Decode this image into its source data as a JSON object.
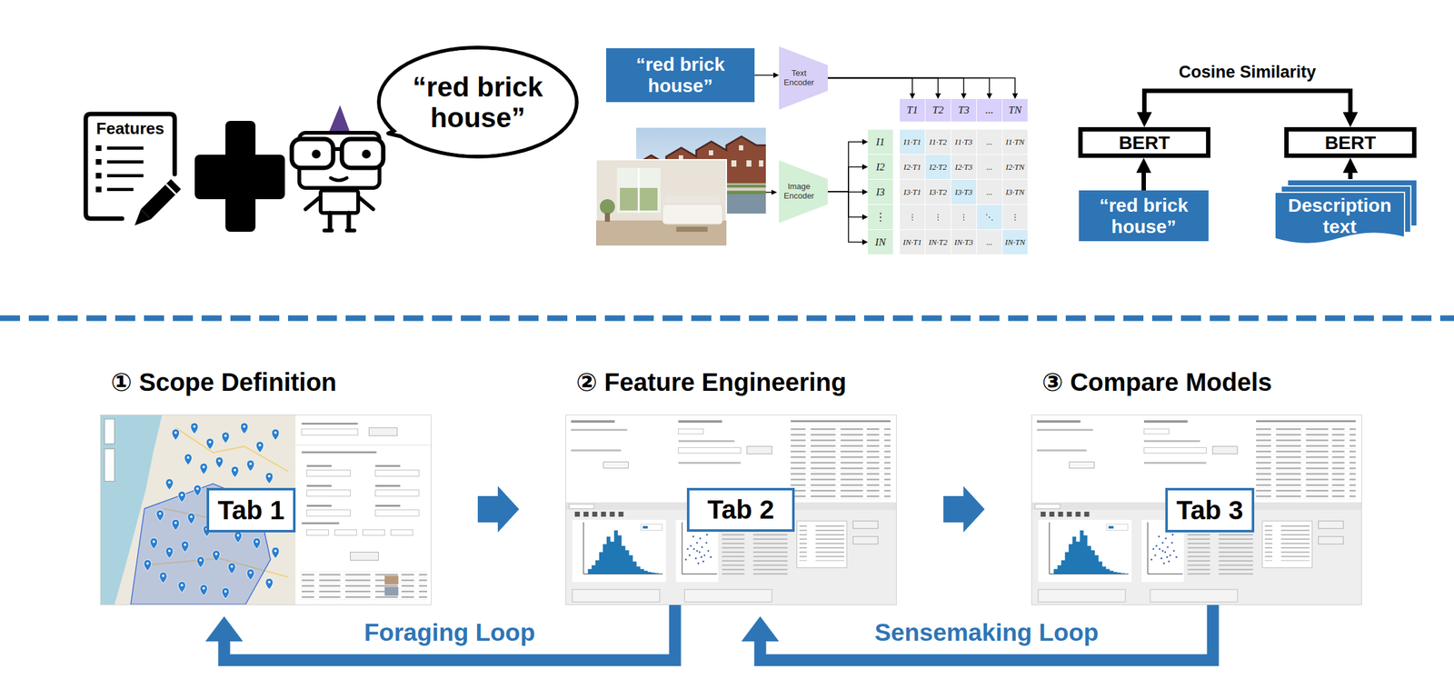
{
  "diagram": {
    "nodes": [
      {
        "text": [
          "Features"
        ]
      },
      {
        "text": [
          "“red brick house”"
        ]
      },
      {
        "text": [
          "“red brick house”"
        ]
      },
      {
        "text": [
          "Text Encoder"
        ]
      },
      {
        "text": [
          "Image Encoder"
        ]
      },
      {
        "text": [
          "T1"
        ]
      },
      {
        "text": [
          "T2"
        ]
      },
      {
        "text": [
          "T3"
        ]
      },
      {
        "text": [
          "..."
        ]
      },
      {
        "text": [
          "TN"
        ]
      },
      {
        "text": [
          "I1"
        ]
      },
      {
        "text": [
          "I2"
        ]
      },
      {
        "text": [
          "I3"
        ]
      },
      {
        "text": [
          "⋮"
        ]
      },
      {
        "text": [
          "IN"
        ]
      },
      {
        "text": [
          "BERT"
        ]
      },
      {
        "text": [
          "BERT"
        ]
      },
      {
        "text": [
          "“red brick house”"
        ]
      },
      {
        "text": [
          "Description text"
        ]
      },
      {
        "text": [
          "① Scope Definition"
        ]
      },
      {
        "text": [
          "Tab 1"
        ],
        "in": 19
      },
      {
        "text": [
          "② Feature Engineering"
        ]
      },
      {
        "text": [
          "Tab 2"
        ],
        "in": 21
      },
      {
        "text": [
          "③ Compare Models"
        ]
      },
      {
        "text": [
          "Tab 3"
        ],
        "in": 23
      }
    ],
    "edges": [
      {
        "from": 2,
        "to": 3,
        "arrow": "to"
      },
      {
        "from": 3,
        "to": 5,
        "arrow": "to"
      },
      {
        "from": 3,
        "to": 6,
        "arrow": "to"
      },
      {
        "from": 3,
        "to": 7,
        "arrow": "to"
      },
      {
        "from": 3,
        "to": 8,
        "arrow": "to"
      },
      {
        "from": 3,
        "to": 9,
        "arrow": "to"
      },
      {
        "from": 4,
        "to": 10,
        "arrow": "to"
      },
      {
        "from": 4,
        "to": 11,
        "arrow": "to"
      },
      {
        "from": 4,
        "to": 12,
        "arrow": "to"
      },
      {
        "from": 4,
        "to": 13,
        "arrow": "to"
      },
      {
        "from": 4,
        "to": 14,
        "arrow": "to"
      },
      {
        "from": 15,
        "to": 16,
        "label": "Cosine Similarity",
        "arrow": "both"
      },
      {
        "from": 17,
        "to": 15,
        "arrow": "to"
      },
      {
        "from": 18,
        "to": 16,
        "arrow": "to"
      },
      {
        "from": 19,
        "to": 21,
        "arrow": "to"
      },
      {
        "from": 21,
        "to": 23,
        "arrow": "to"
      },
      {
        "from": 21,
        "to": 19,
        "label": "Foraging Loop",
        "arrow": "to"
      },
      {
        "from": 23,
        "to": 21,
        "label": "Sensemaking Loop",
        "arrow": "to"
      }
    ],
    "labels": [
      "I1·T1",
      "I1·T2",
      "I1·T3",
      "...",
      "I1·TN",
      "I2·T1",
      "I2·T2",
      "I2·T3",
      "...",
      "I2·TN",
      "I3·T1",
      "I3·T2",
      "I3·T3",
      "...",
      "I3·TN",
      "⋮",
      "⋮",
      "⋮",
      "⋱",
      "⋮",
      "IN·T1",
      "IN·T2",
      "IN·T3",
      "...",
      "IN·TN"
    ]
  }
}
